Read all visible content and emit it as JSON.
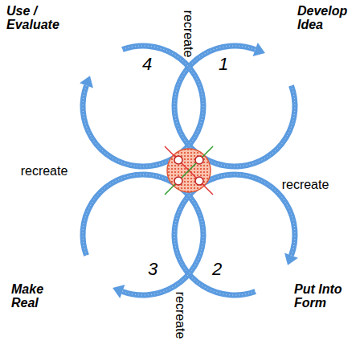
{
  "diagram": {
    "labels": [
      "Use / Evaluate",
      "recreate",
      "Develop Idea",
      "4",
      "1",
      "recreate",
      "recreate",
      "3",
      "2",
      "Make Real",
      "recreate",
      "Put Into Form"
    ]
  }
}
